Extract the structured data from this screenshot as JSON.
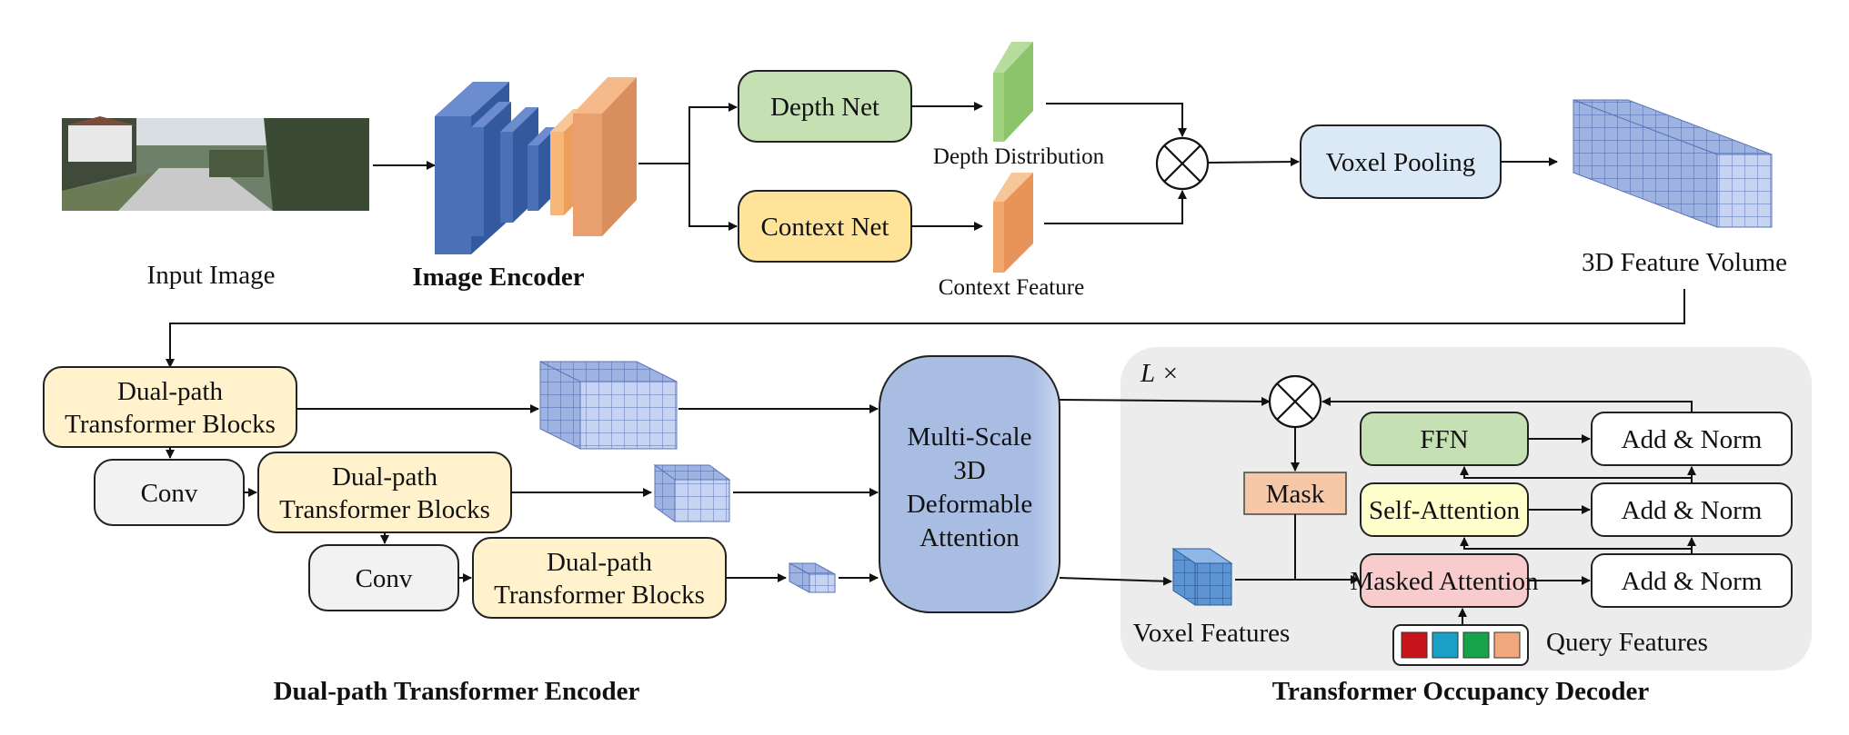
{
  "image_encoder": {
    "input_label": "Input Image",
    "encoder_label": "Image Encoder"
  },
  "depth_branch": {
    "depth_net": "Depth Net",
    "depth_distribution": "Depth Distribution",
    "context_net": "Context Net",
    "context_feature": "Context Feature"
  },
  "pooling": {
    "voxel_pooling": "Voxel Pooling",
    "volume_label": "3D Feature Volume"
  },
  "encoder": {
    "block_line1": "Dual-path",
    "block_line2": "Transformer Blocks",
    "conv": "Conv",
    "attention_lines": [
      "Multi-Scale",
      "3D",
      "Deformable",
      "Attention"
    ],
    "title": "Dual-path Transformer Encoder"
  },
  "decoder": {
    "repeat": "L ×",
    "mask": "Mask",
    "ffn": "FFN",
    "self_attention": "Self-Attention",
    "masked_attention": "Masked Attention",
    "add_norm": "Add & Norm",
    "voxel_features": "Voxel Features",
    "query_features": "Query Features",
    "query_colors": [
      "#c8151b",
      "#1a9fc7",
      "#16a34a",
      "#f2a77c"
    ],
    "title": "Transformer Occupancy Decoder"
  },
  "colors": {
    "blue_block": "#4a70b8",
    "orange_block": "#f0a860",
    "green_box": "#c5e0b3",
    "yellow_box": "#fff1cc",
    "pool_box": "#dbe8f5",
    "cream_box": "#fff2cc",
    "conv_box": "#f2f2f2",
    "attention_box": "#a9bde3",
    "mask_box": "#f7c8a8",
    "self_attn_box": "#ffffcc",
    "masked_attn_box": "#f8cccc",
    "decoder_panel": "#ececec"
  }
}
